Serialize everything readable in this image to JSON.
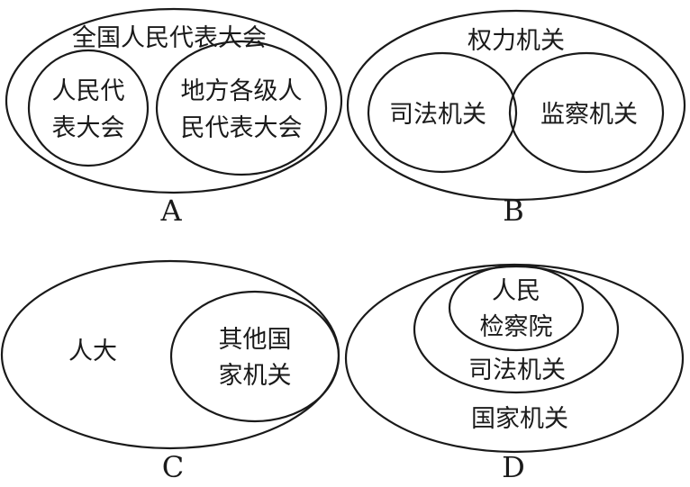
{
  "panels": {
    "a": {
      "caption": "A",
      "outer_label": "全国人民代表大会",
      "left_label": [
        "人民代",
        "表大会"
      ],
      "right_label": [
        "地方各级人",
        "民代表大会"
      ]
    },
    "b": {
      "caption": "B",
      "outer_label": "权力机关",
      "left_label": "司法机关",
      "right_label": "监察机关"
    },
    "c": {
      "caption": "C",
      "outer_label": "人大",
      "inner_label": [
        "其他国",
        "家机关"
      ]
    },
    "d": {
      "caption": "D",
      "outer_label": "国家机关",
      "middle_label": "司法机关",
      "inner_label": [
        "人民",
        "检察院"
      ]
    }
  }
}
